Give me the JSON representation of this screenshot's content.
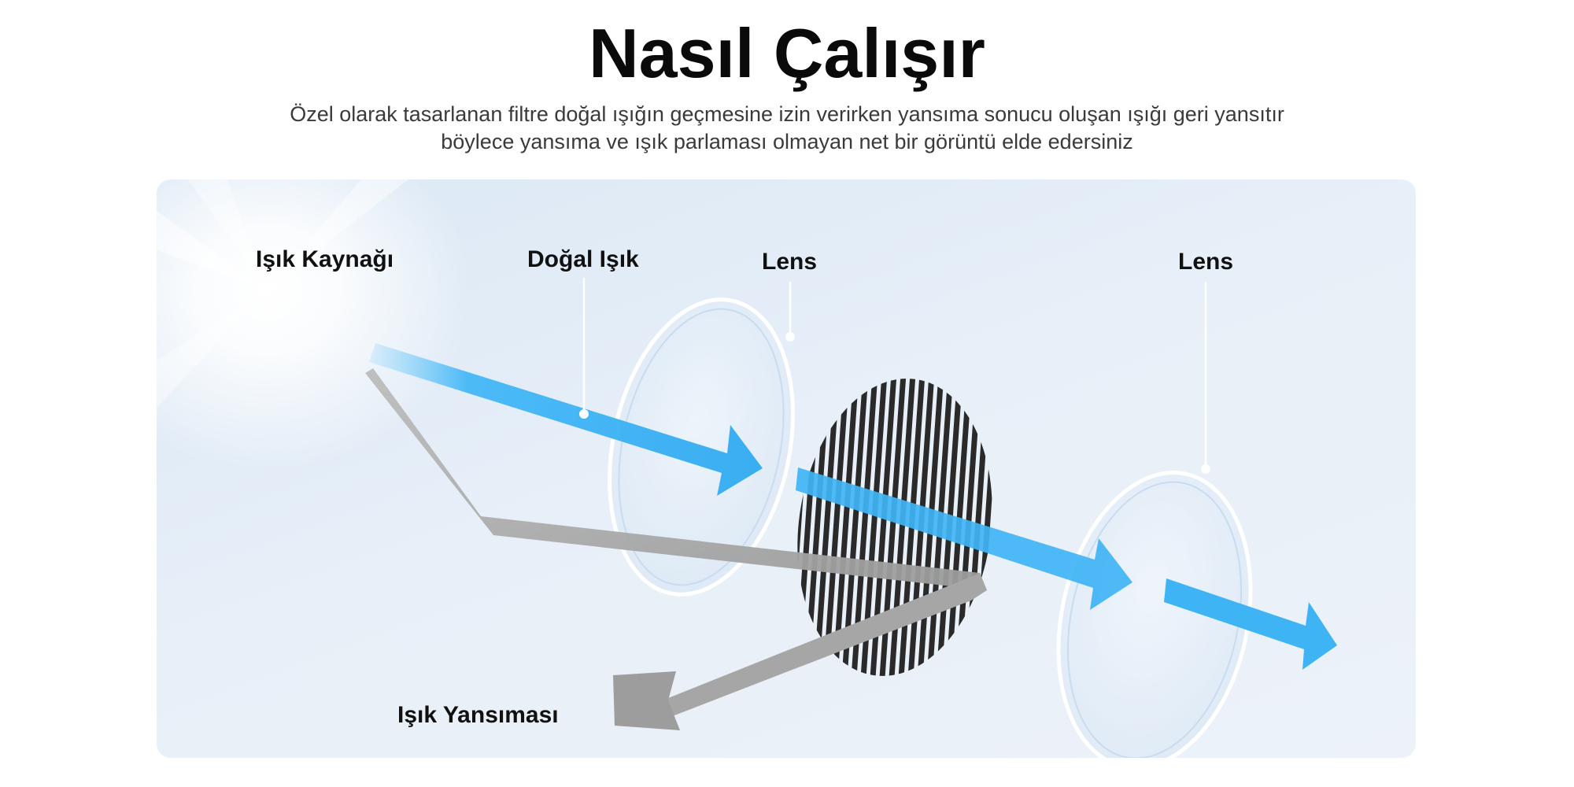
{
  "header": {
    "title": "Nasıl Çalışır",
    "subtitle_line1": "Özel olarak tasarlanan filtre doğal ışığın geçmesine izin verirken yansıma sonucu oluşan ışığı geri yansıtır",
    "subtitle_line2": "böylece yansıma ve ışık parlaması olmayan net bir görüntü elde edersiniz"
  },
  "diagram": {
    "labels": {
      "light_source": "Işık Kaynağı",
      "natural_light": "Doğal Işık",
      "lens_front": "Lens",
      "lens_back": "Lens",
      "reflection": "Işık Yansıması"
    }
  },
  "colors": {
    "natural_light_arrow": "#3fb4f5",
    "reflection_arrow": "#a3a3a3",
    "filter_stripes": "#2a2a2a",
    "panel_background": "#e3ecf7"
  }
}
